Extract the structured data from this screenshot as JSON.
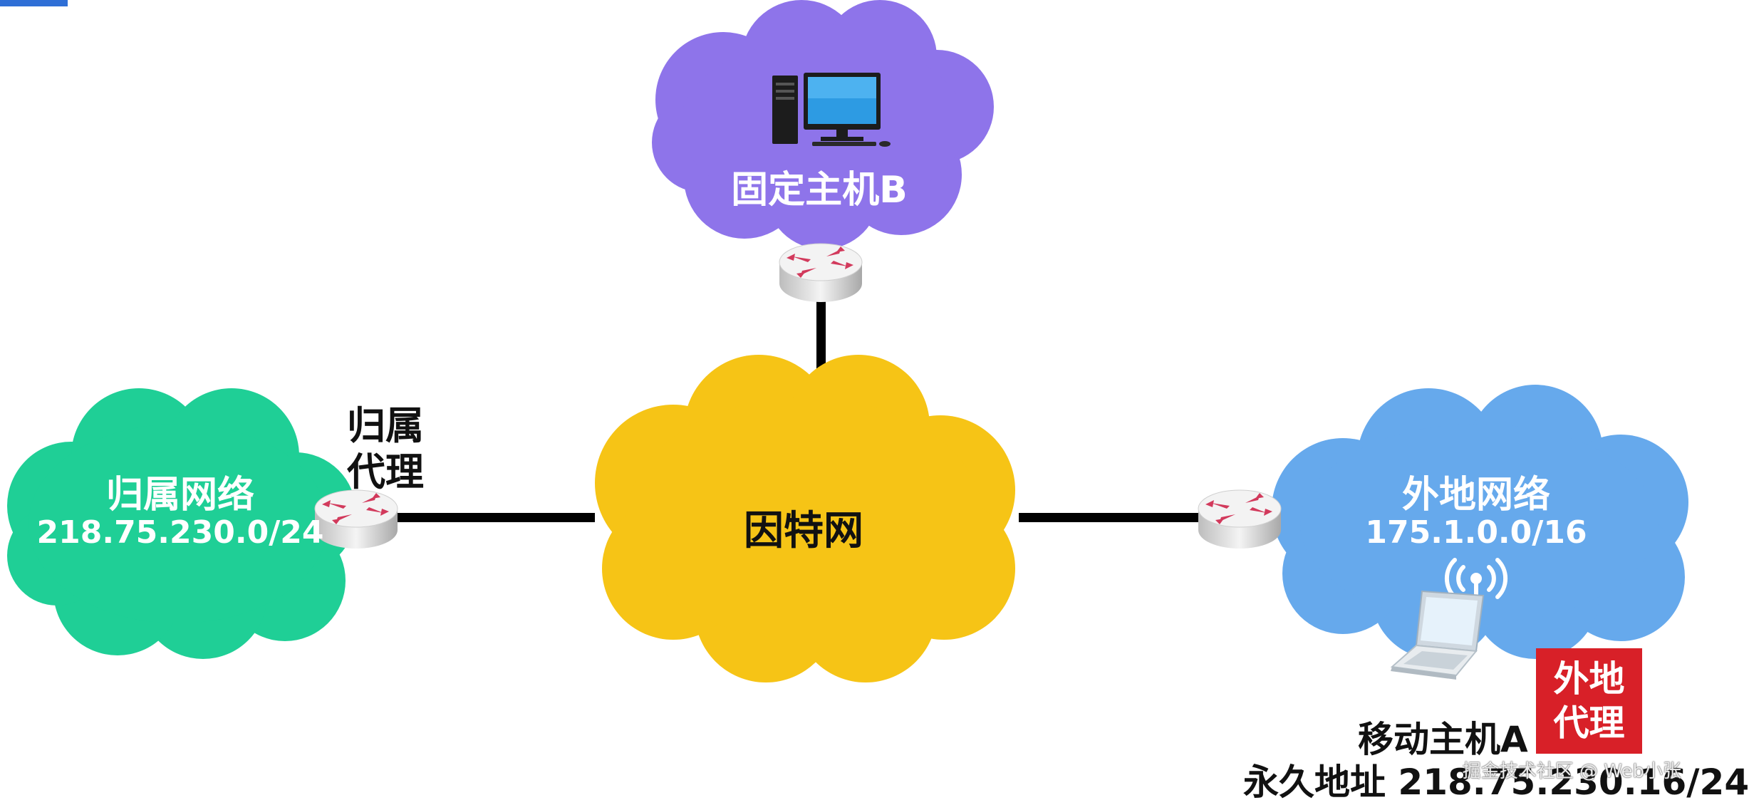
{
  "colors": {
    "top_cloud": "#8e74ea",
    "home_cloud": "#1fcf96",
    "internet_cloud": "#f6c416",
    "foreign_cloud": "#66a9ec",
    "link": "#000000",
    "foreign_agent_box": "#d82028",
    "top_accent_bar": "#2f6fd6"
  },
  "icons": [
    "desktop-computer-icon",
    "router-icon",
    "laptop-icon",
    "wifi-signal-icon"
  ],
  "host_b": {
    "label": "固定主机B"
  },
  "home_network": {
    "name": "归属网络",
    "subnet": "218.75.230.0/24"
  },
  "home_agent": {
    "line1": "归属",
    "line2": "代理"
  },
  "internet": {
    "label": "因特网"
  },
  "foreign_network": {
    "name": "外地网络",
    "subnet": "175.1.0.0/16"
  },
  "foreign_agent": {
    "line1": "外地",
    "line2": "代理"
  },
  "mobile_host": {
    "name": "移动主机A",
    "permanent_address": "永久地址 218.75.230.16/24"
  },
  "watermark": "掘金技术社区 @ Web小张"
}
